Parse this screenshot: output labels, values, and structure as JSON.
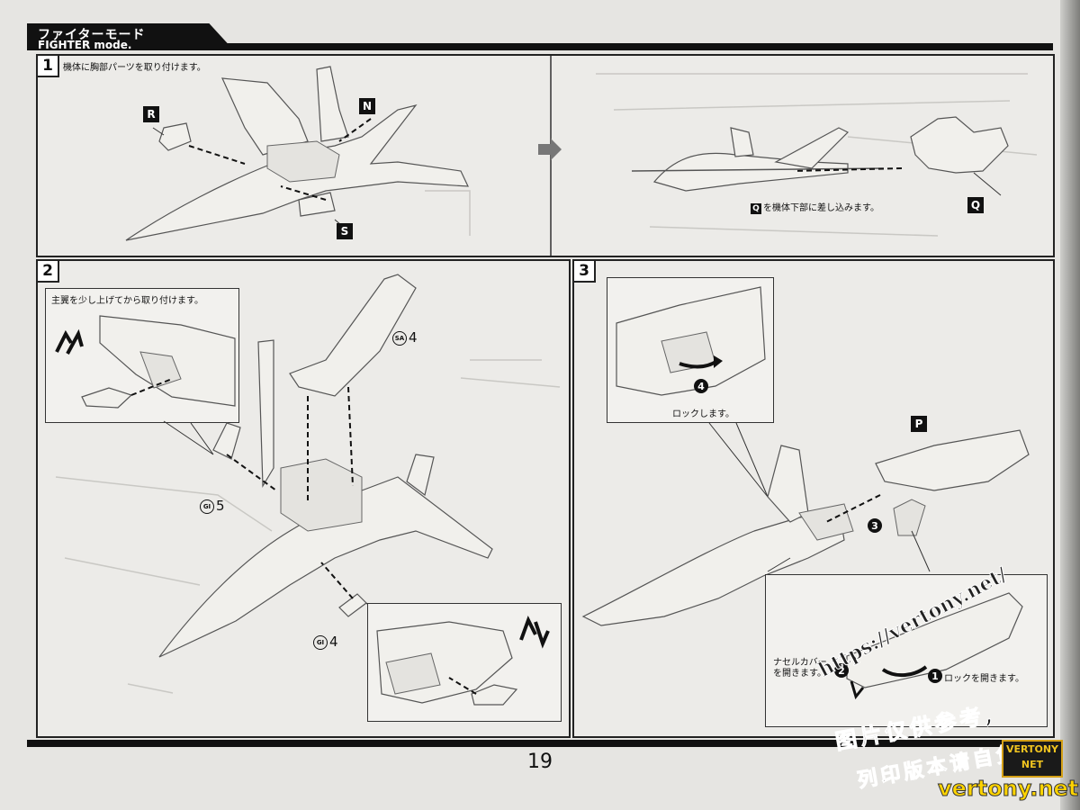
{
  "header": {
    "title_ja": "ファイターモード",
    "title_en": "FIGHTER mode."
  },
  "steps": [
    {
      "number": "1",
      "instruction": "機体に胸部パーツを取り付けます。",
      "parts": [
        "R",
        "N",
        "S",
        "Q"
      ],
      "sub_instruction_part": "Q",
      "sub_instruction": "を機体下部に差し込みます。"
    },
    {
      "number": "2",
      "instruction": "主翼を少し上げてから取り付けます。",
      "runners": [
        {
          "badge": "SA",
          "num": "4"
        },
        {
          "badge": "GI",
          "num": "5"
        },
        {
          "badge": "GI",
          "num": "4"
        }
      ]
    },
    {
      "number": "3",
      "lock_note": "ロックします。",
      "part": "P",
      "order_marks": [
        "4",
        "3",
        "2",
        "1"
      ],
      "nacelle_note": "ナセルカバー\nを開きます。",
      "lock_open_note": "ロックを開きます。"
    }
  ],
  "page_number": "19",
  "watermark": {
    "url": "https://vertony.net/",
    "line1": "图片仅供参考,",
    "line2": "列印版本请自负",
    "logo_top": "VERTONY",
    "logo_bottom": "NET",
    "site": "vertony.net"
  },
  "colors": {
    "ink": "#111111",
    "paper": "#ecebe8",
    "watermark_yellow": "#ffd400"
  }
}
